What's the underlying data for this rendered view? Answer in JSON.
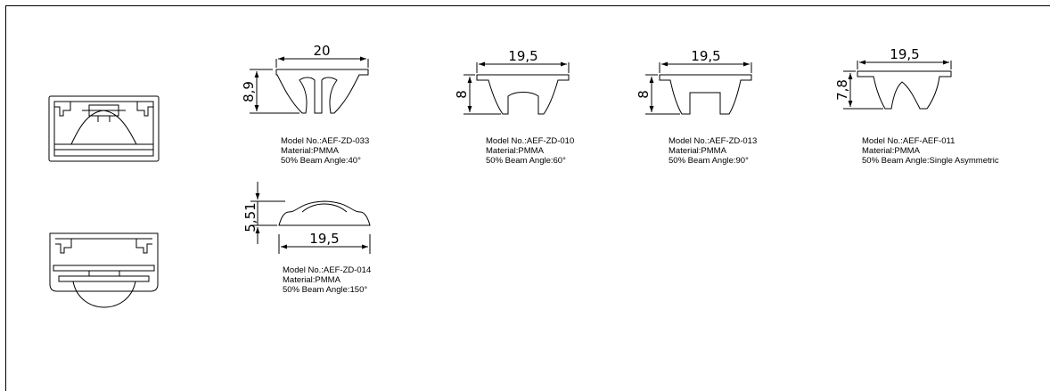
{
  "lenses": [
    {
      "model": "Model No.:AEF-ZD-033",
      "material": "Material:PMMA",
      "beam": "50% Beam Angle:40°",
      "width": "20",
      "height": "8,9"
    },
    {
      "model": "Model No.:AEF-ZD-010",
      "material": "Material:PMMA",
      "beam": "50% Beam Angle:60°",
      "width": "19,5",
      "height": "8"
    },
    {
      "model": "Model No.:AEF-ZD-013",
      "material": "Material:PMMA",
      "beam": "50% Beam Angle:90°",
      "width": "19,5",
      "height": "8"
    },
    {
      "model": "Model No.:AEF-AEF-011",
      "material": "Material:PMMA",
      "beam": "50% Beam Angle:Single Asymmetric",
      "width": "19,5",
      "height": "7,8"
    },
    {
      "model": "Model No.:AEF-ZD-014",
      "material": "Material:PMMA",
      "beam": "50% Beam Angle:150°",
      "width": "19,5",
      "height": "5,51"
    }
  ]
}
